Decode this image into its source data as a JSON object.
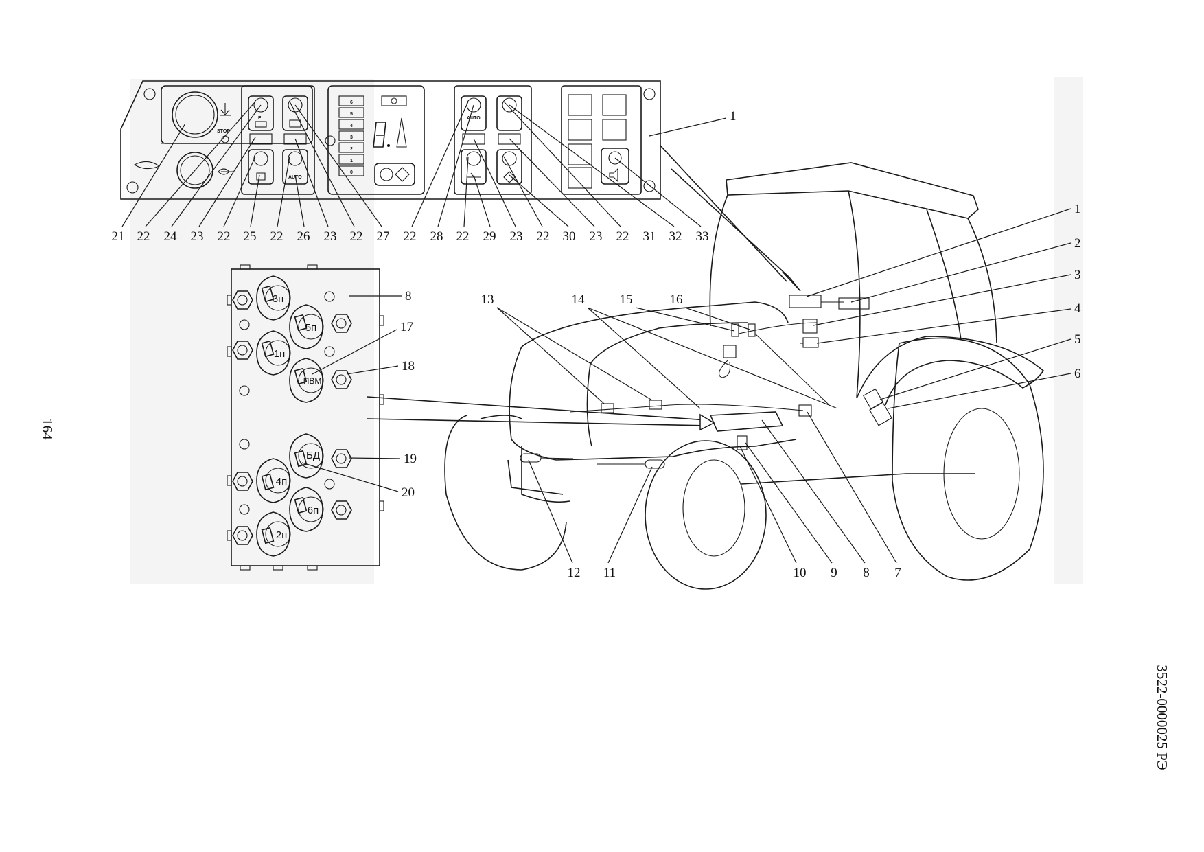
{
  "page": {
    "page_number": "164",
    "document_code": "3522-0000025 РЭ"
  },
  "panel_callouts": [
    "21",
    "22",
    "24",
    "23",
    "22",
    "25",
    "22",
    "26",
    "23",
    "22",
    "27",
    "22",
    "28",
    "22",
    "29",
    "23",
    "22",
    "30",
    "23",
    "22",
    "31",
    "32",
    "33"
  ],
  "tractor_callouts": {
    "right": [
      "1",
      "2",
      "3",
      "4",
      "5",
      "6"
    ],
    "top": [
      "13",
      "14",
      "15",
      "16"
    ],
    "bottom": [
      "12",
      "11",
      "10",
      "9",
      "8",
      "7"
    ]
  },
  "hydro_callouts": [
    "8",
    "17",
    "18",
    "19",
    "20"
  ],
  "panel_label_1": "1",
  "gear_scale": [
    "6",
    "5",
    "4",
    "3",
    "2",
    "1",
    "0"
  ],
  "panel_text": {
    "stop": "STOP",
    "f": "F",
    "auto_a": "AUTO",
    "auto_b": "AUTO"
  },
  "hydro_outlets": [
    "3п",
    "5п",
    "1п",
    "ПВМ",
    "БД",
    "4п",
    "6п",
    "2п"
  ]
}
